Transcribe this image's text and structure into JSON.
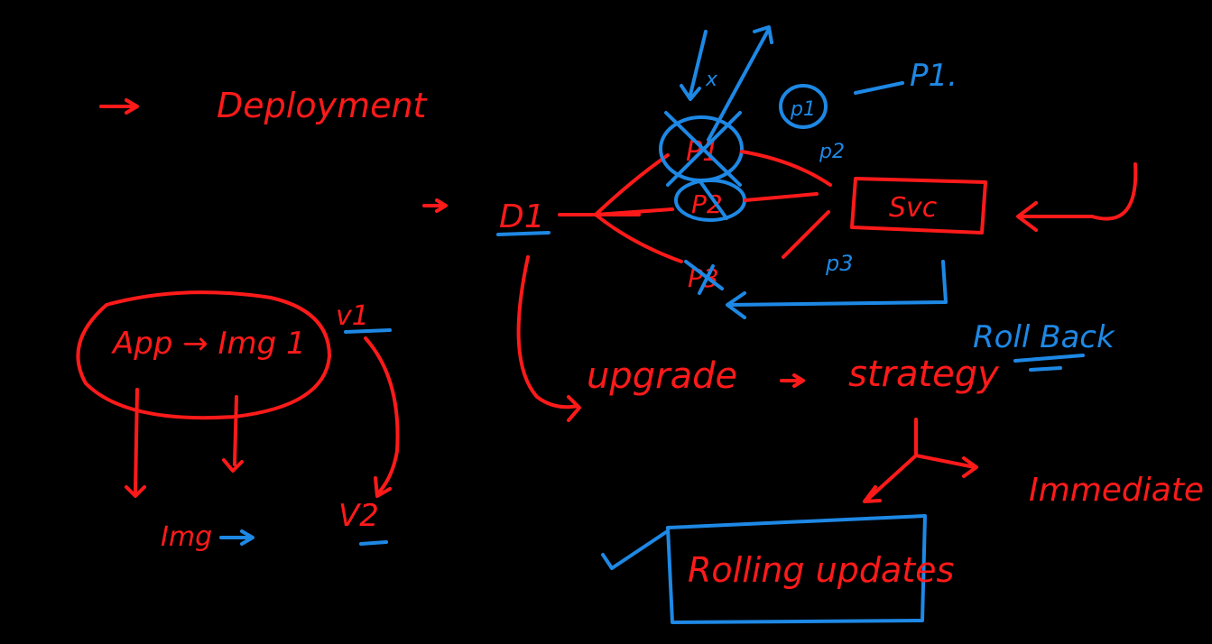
{
  "colors": {
    "background": "#000000",
    "red_ink": "#ff1a1a",
    "blue_ink": "#1e88e5"
  },
  "labels": {
    "deployment": "Deployment",
    "d1": "D1",
    "p1": "P1",
    "p2": "P2",
    "p3": "P3",
    "p1_circled": "p1",
    "p1_note": "P1.",
    "p2_small": "p2",
    "p3_small": "p3",
    "x_mark": "x",
    "svc": "Svc",
    "rollback": "Roll Back",
    "upgrade": "upgrade",
    "strategy": "strategy",
    "immediate": "Immediate",
    "rolling_updates": "Rolling updates",
    "app_img": "App → Img 1",
    "v1": "v1",
    "v2": "V2",
    "img": "Img"
  }
}
